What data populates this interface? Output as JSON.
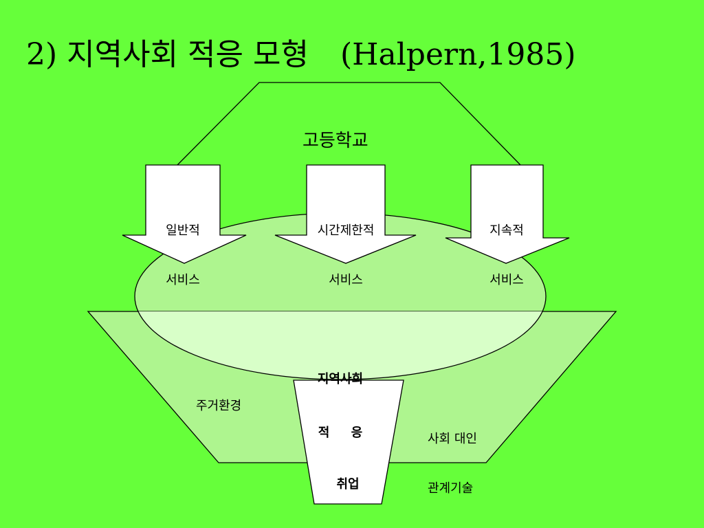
{
  "title": {
    "main": "2) 지역사회 적응 모형",
    "citation": "(Halpern,1985)"
  },
  "diagram": {
    "school": "고등학교",
    "services": [
      {
        "line1": "일반적",
        "line2": "서비스"
      },
      {
        "line1": "시간제한적",
        "line2": "서비스"
      },
      {
        "line1": "지속적",
        "line2": "서비스"
      }
    ],
    "adaptation": {
      "line1": "지역사회",
      "line2": "적     응"
    },
    "housing": "주거환경",
    "social": {
      "line1": "사회 대인",
      "line2": "관계기술"
    },
    "employment": "취업"
  },
  "colors": {
    "background": "#66ff3a",
    "ellipse_fill": "#aef58f",
    "trapezoid_fill": "#d8ffc8",
    "arrow_fill": "#ffffff",
    "stroke": "#000000"
  }
}
